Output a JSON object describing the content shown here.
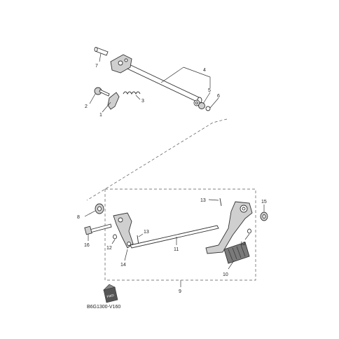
{
  "diagram": {
    "drawing_code": "B6G1300-V160",
    "front_marker": "FWD",
    "callouts": [
      "1",
      "2",
      "3",
      "4",
      "5",
      "6",
      "7",
      "8",
      "9",
      "10",
      "11",
      "12",
      "12",
      "13",
      "13",
      "14",
      "15",
      "16"
    ]
  }
}
